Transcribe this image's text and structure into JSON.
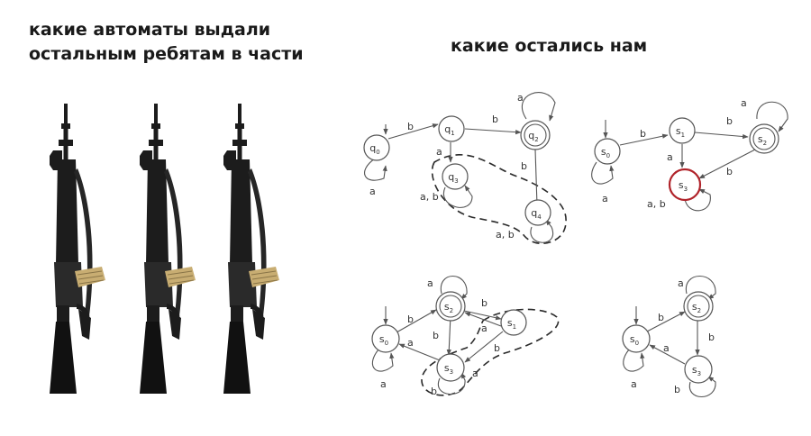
{
  "captions": {
    "left_line1": "какие автоматы выдали",
    "left_line2": "остальным ребятам в части",
    "right": "какие остались нам"
  },
  "colors": {
    "text": "#1a1a1a",
    "highlight_state": "#b0232a",
    "rifle": "#1c1c1c",
    "magazine": "#c8ad72"
  },
  "rifles": {
    "count": 3,
    "icon": "m16-rifle-icon"
  },
  "diagrams": {
    "d1": {
      "states": [
        {
          "base": "q",
          "sub": "0"
        },
        {
          "base": "q",
          "sub": "1"
        },
        {
          "base": "q",
          "sub": "2"
        },
        {
          "base": "q",
          "sub": "3"
        },
        {
          "base": "q",
          "sub": "4"
        }
      ],
      "edge_labels": [
        "b",
        "b",
        "a",
        "a",
        "b",
        "a, b",
        "a, b"
      ]
    },
    "d2": {
      "states": [
        {
          "base": "s",
          "sub": "0"
        },
        {
          "base": "s",
          "sub": "1"
        },
        {
          "base": "s",
          "sub": "2"
        },
        {
          "base": "s",
          "sub": "3"
        }
      ],
      "edge_labels": [
        "b",
        "b",
        "a",
        "a",
        "b",
        "a, b",
        "a"
      ]
    },
    "d3": {
      "states": [
        {
          "base": "s",
          "sub": "0"
        },
        {
          "base": "s",
          "sub": "2"
        },
        {
          "base": "s",
          "sub": "1"
        },
        {
          "base": "s",
          "sub": "3"
        }
      ],
      "edge_labels": [
        "b",
        "a",
        "b",
        "a",
        "b",
        "a",
        "b",
        "a",
        "a",
        "b"
      ]
    },
    "d4": {
      "states": [
        {
          "base": "s",
          "sub": "0"
        },
        {
          "base": "s",
          "sub": "2"
        },
        {
          "base": "s",
          "sub": "3"
        }
      ],
      "edge_labels": [
        "b",
        "a",
        "b",
        "a",
        "a",
        "b"
      ]
    }
  }
}
